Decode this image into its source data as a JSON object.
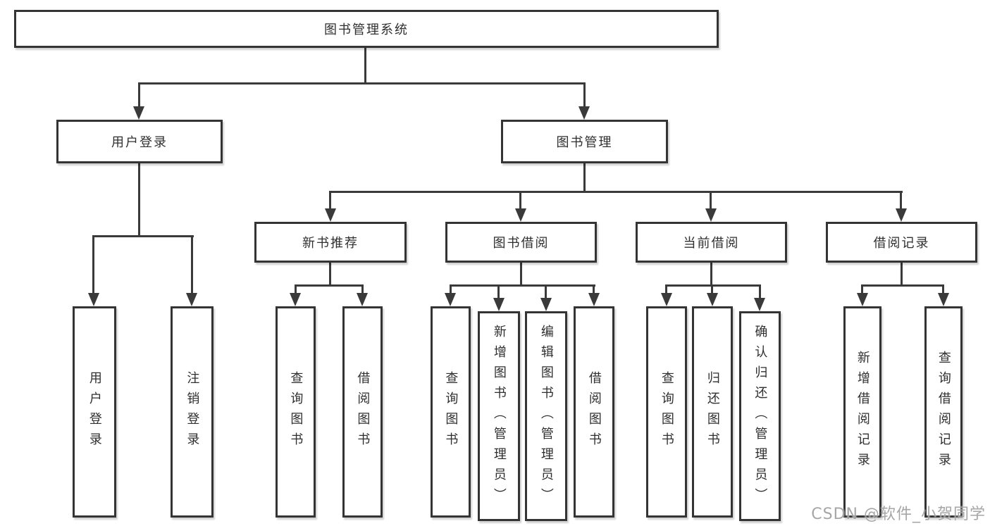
{
  "colors": {
    "line": "#3a3a3a",
    "box_border": "#343434",
    "background": "#ffffff",
    "watermark_gray": "#9e9e9e"
  },
  "tree": {
    "root": {
      "label": "图书管理系统",
      "children": [
        {
          "label": "用户登录",
          "children": [
            {
              "label": "用户登录"
            },
            {
              "label": "注销登录"
            }
          ]
        },
        {
          "label": "图书管理",
          "children": [
            {
              "label": "新书推荐",
              "children": [
                {
                  "label": "查询图书"
                },
                {
                  "label": "借阅图书"
                }
              ]
            },
            {
              "label": "图书借阅",
              "children": [
                {
                  "label": "查询图书"
                },
                {
                  "label": "新增图书（管理员）"
                },
                {
                  "label": "编辑图书（管理员）"
                },
                {
                  "label": "借阅图书"
                }
              ]
            },
            {
              "label": "当前借阅",
              "children": [
                {
                  "label": "查询图书"
                },
                {
                  "label": "归还图书"
                },
                {
                  "label": "确认归还（管理员）"
                }
              ]
            },
            {
              "label": "借阅记录",
              "children": [
                {
                  "label": "新增借阅记录"
                },
                {
                  "label": "查询借阅记录"
                }
              ]
            }
          ]
        }
      ]
    }
  },
  "watermark": {
    "text": "CSDN @软件_小贺同学"
  }
}
